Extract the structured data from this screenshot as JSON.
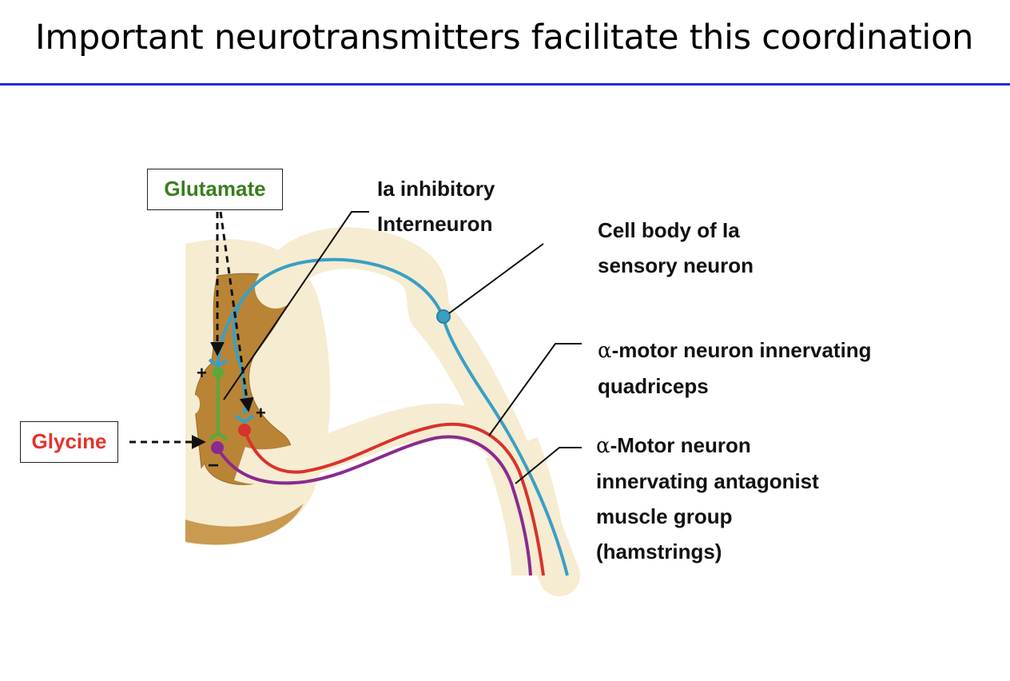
{
  "slide": {
    "title": "Important neurotransmitters facilitate this coordination"
  },
  "boxes": {
    "glutamate": "Glutamate",
    "glycine": "Glycine"
  },
  "labels": {
    "interneuron_line1": "Ia inhibitory",
    "interneuron_line2": "Interneuron",
    "cell_body_line1": "Cell body of Ia",
    "cell_body_line2": "sensory neuron",
    "alpha_symbol": "α",
    "quad_line1_rest": "-motor neuron innervating",
    "quad_line2": "quadriceps",
    "antag_line1_rest": "-Motor neuron",
    "antag_line2": "innervating antagonist",
    "antag_line3": "muscle group",
    "antag_line4": "(hamstrings)"
  },
  "signs": {
    "plus": "+",
    "minus": "−"
  },
  "colors": {
    "title_rule": "#1f2fd0",
    "glutamate_text": "#3a7d1e",
    "glycine_text": "#e8312a",
    "sensory_neuron": "#3a9fc4",
    "motor_quadriceps": "#d9322b",
    "motor_hamstrings": "#8a2a8f",
    "interneuron": "#5aa83a",
    "gray_matter": "#b98436",
    "spinal_cord": "#f5ecd2"
  }
}
